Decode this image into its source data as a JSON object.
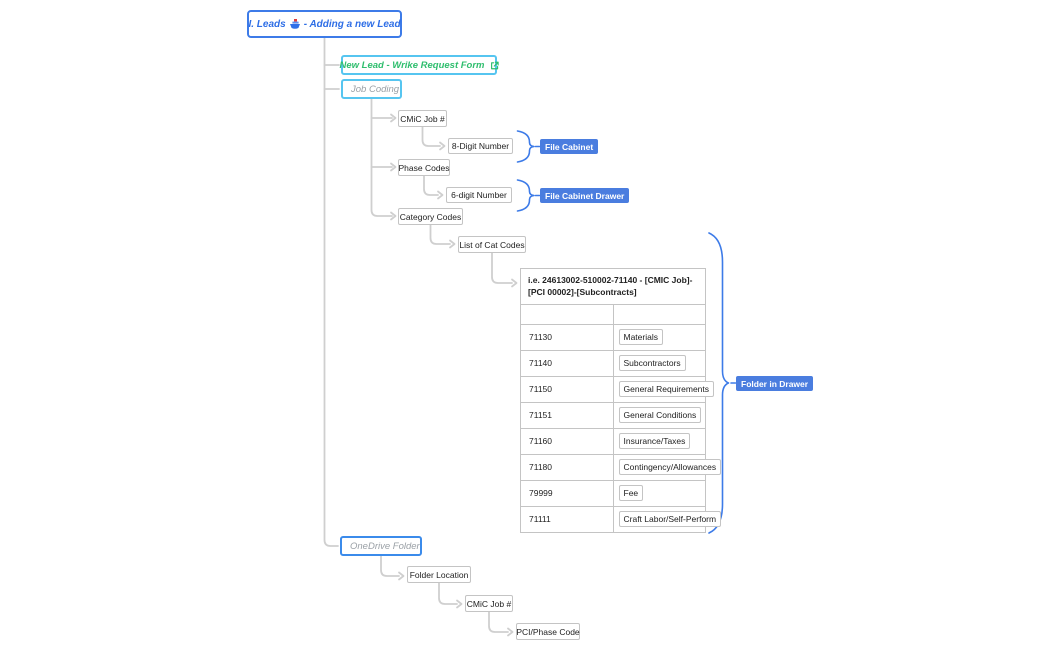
{
  "colors": {
    "root_blue_border": "#3D7BE8",
    "root_blue_text": "#2E6EE6",
    "link_green": "#2FBE6E",
    "light_blue_border": "#56C5F0",
    "onedrive_border": "#3B8BEB",
    "gray_italic_text": "#9AA0A6",
    "gray_box_border": "#C4C4C4",
    "connector_gray": "#CFCFCF",
    "chip_blue_bg": "#4A7DDF",
    "brace_blue": "#3D7BE8"
  },
  "root": {
    "prefix": "I. Leads",
    "suffix": "- Adding a new Lead"
  },
  "nodes": {
    "new_lead": "New Lead - Wrike Request Form",
    "job_coding": "Job Coding",
    "cmic_job": "CMiC Job #",
    "eight_digit": "8-Digit Number",
    "phase_codes": "Phase Codes",
    "six_digit": "6-digit Number",
    "category_codes": "Category Codes",
    "list_of_cat_codes": "List of Cat Codes",
    "onedrive_folder": "OneDrive Folder",
    "folder_location": "Folder Location",
    "cmic_job_2": "CMiC Job #",
    "pci_phase_code": "PCI/Phase Code"
  },
  "labels": {
    "file_cabinet": "File Cabinet",
    "file_cabinet_drawer": "File Cabinet Drawer",
    "folder_in_drawer": "Folder in Drawer"
  },
  "table": {
    "header": "i.e. 24613002-510002-71140 - [CMIC Job]-[PCI 00002]-[Subcontracts]",
    "rows": [
      {
        "code": "71130",
        "label": "Materials"
      },
      {
        "code": "71140",
        "label": "Subcontractors"
      },
      {
        "code": "71150",
        "label": "General Requirements"
      },
      {
        "code": "71151",
        "label": "General Conditions"
      },
      {
        "code": "71160",
        "label": "Insurance/Taxes"
      },
      {
        "code": "71180",
        "label": "Contingency/Allowances"
      },
      {
        "code": "79999",
        "label": "Fee"
      },
      {
        "code": "71111",
        "label": "Craft Labor/Self-Perform"
      }
    ]
  }
}
